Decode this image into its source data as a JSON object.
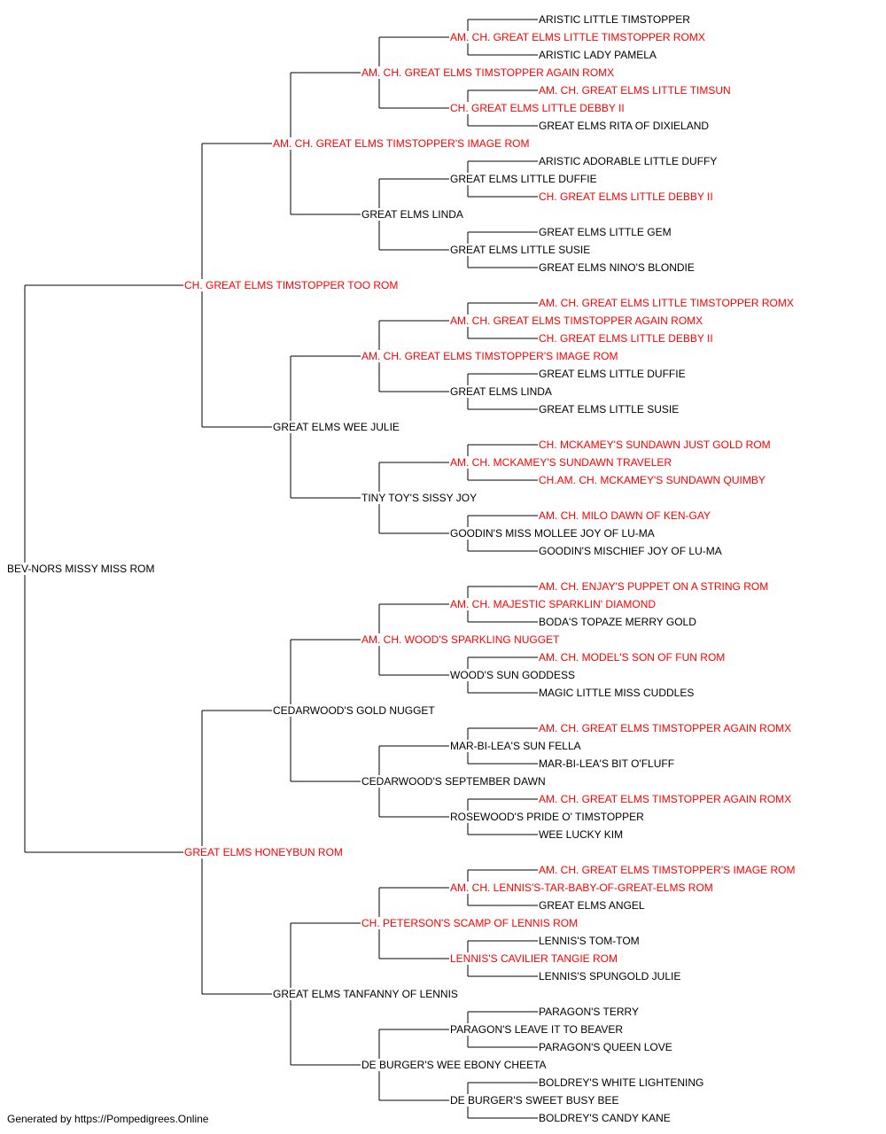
{
  "pedigree": {
    "subject": {
      "name": "BEV-NORS MISSY MISS ROM",
      "champion": false
    },
    "sire": {
      "name": "CH. GREAT ELMS TIMSTOPPER TOO ROM",
      "champion": true
    },
    "dam": {
      "name": "GREAT ELMS HONEYBUN ROM",
      "champion": true
    },
    "generation3": [
      {
        "name": "AM. CH. GREAT ELMS TIMSTOPPER'S IMAGE ROM",
        "champion": true
      },
      {
        "name": "GREAT ELMS WEE JULIE",
        "champion": false
      },
      {
        "name": "CEDARWOOD'S GOLD NUGGET",
        "champion": false
      },
      {
        "name": "GREAT ELMS TANFANNY OF LENNIS",
        "champion": false
      }
    ],
    "generation4": [
      {
        "name": "AM. CH. GREAT ELMS TIMSTOPPER AGAIN ROMX",
        "champion": true
      },
      {
        "name": "GREAT ELMS LINDA",
        "champion": false
      },
      {
        "name": "AM. CH. GREAT ELMS TIMSTOPPER'S IMAGE ROM",
        "champion": true
      },
      {
        "name": "TINY TOY'S SISSY JOY",
        "champion": false
      },
      {
        "name": "AM. CH. WOOD'S SPARKLING NUGGET",
        "champion": true
      },
      {
        "name": "CEDARWOOD'S SEPTEMBER DAWN",
        "champion": false
      },
      {
        "name": "CH. PETERSON'S SCAMP OF LENNIS ROM",
        "champion": true
      },
      {
        "name": "DE BURGER'S WEE EBONY CHEETA",
        "champion": false
      }
    ],
    "generation5": [
      {
        "name": "AM. CH. GREAT ELMS LITTLE TIMSTOPPER ROMX",
        "champion": true
      },
      {
        "name": "CH. GREAT ELMS LITTLE DEBBY II",
        "champion": true
      },
      {
        "name": "GREAT ELMS LITTLE DUFFIE",
        "champion": false
      },
      {
        "name": "GREAT ELMS LITTLE SUSIE",
        "champion": false
      },
      {
        "name": "AM. CH. GREAT ELMS TIMSTOPPER AGAIN ROMX",
        "champion": true
      },
      {
        "name": "GREAT ELMS LINDA",
        "champion": false
      },
      {
        "name": "AM. CH. MCKAMEY'S SUNDAWN TRAVELER",
        "champion": true
      },
      {
        "name": "GOODIN'S MISS MOLLEE JOY OF LU-MA",
        "champion": false
      },
      {
        "name": "AM. CH. MAJESTIC SPARKLIN' DIAMOND",
        "champion": true
      },
      {
        "name": "WOOD'S SUN GODDESS",
        "champion": false
      },
      {
        "name": "MAR-BI-LEA'S SUN FELLA",
        "champion": false
      },
      {
        "name": "ROSEWOOD'S PRIDE O' TIMSTOPPER",
        "champion": false
      },
      {
        "name": "AM. CH. LENNIS'S-TAR-BABY-OF-GREAT-ELMS ROM",
        "champion": true
      },
      {
        "name": "LENNIS'S CAVILIER TANGIE ROM",
        "champion": true
      },
      {
        "name": "PARAGON'S LEAVE IT TO BEAVER",
        "champion": false
      },
      {
        "name": "DE BURGER'S SWEET BUSY BEE",
        "champion": false
      }
    ],
    "generation6": [
      {
        "name": "ARISTIC LITTLE TIMSTOPPER",
        "champion": false
      },
      {
        "name": "ARISTIC LADY PAMELA",
        "champion": false
      },
      {
        "name": "AM. CH. GREAT ELMS LITTLE TIMSUN",
        "champion": true
      },
      {
        "name": "GREAT ELMS RITA OF DIXIELAND",
        "champion": false
      },
      {
        "name": "ARISTIC ADORABLE LITTLE DUFFY",
        "champion": false
      },
      {
        "name": "CH. GREAT ELMS LITTLE DEBBY II",
        "champion": true
      },
      {
        "name": "GREAT ELMS LITTLE GEM",
        "champion": false
      },
      {
        "name": "GREAT ELMS NINO'S BLONDIE",
        "champion": false
      },
      {
        "name": "AM. CH. GREAT ELMS LITTLE TIMSTOPPER ROMX",
        "champion": true
      },
      {
        "name": "CH. GREAT ELMS LITTLE DEBBY II",
        "champion": true
      },
      {
        "name": "GREAT ELMS LITTLE DUFFIE",
        "champion": false
      },
      {
        "name": "GREAT ELMS LITTLE SUSIE",
        "champion": false
      },
      {
        "name": "CH. MCKAMEY'S SUNDAWN JUST GOLD ROM",
        "champion": true
      },
      {
        "name": "CH.AM. CH. MCKAMEY'S SUNDAWN QUIMBY",
        "champion": true
      },
      {
        "name": "AM. CH. MILO DAWN OF KEN-GAY",
        "champion": true
      },
      {
        "name": "GOODIN'S MISCHIEF JOY OF LU-MA",
        "champion": false
      },
      {
        "name": "AM. CH. ENJAY'S PUPPET ON A STRING ROM",
        "champion": true
      },
      {
        "name": "BODA'S TOPAZE MERRY GOLD",
        "champion": false
      },
      {
        "name": "AM. CH. MODEL'S SON OF FUN ROM",
        "champion": true
      },
      {
        "name": "MAGIC LITTLE MISS CUDDLES",
        "champion": false
      },
      {
        "name": "AM. CH. GREAT ELMS TIMSTOPPER AGAIN ROMX",
        "champion": true
      },
      {
        "name": "MAR-BI-LEA'S BIT O'FLUFF",
        "champion": false
      },
      {
        "name": "AM. CH. GREAT ELMS TIMSTOPPER AGAIN ROMX",
        "champion": true
      },
      {
        "name": "WEE LUCKY KIM",
        "champion": false
      },
      {
        "name": "AM. CH. GREAT ELMS TIMSTOPPER'S IMAGE ROM",
        "champion": true
      },
      {
        "name": "GREAT ELMS ANGEL",
        "champion": false
      },
      {
        "name": "LENNIS'S TOM-TOM",
        "champion": false
      },
      {
        "name": "LENNIS'S SPUNGOLD JULIE",
        "champion": false
      },
      {
        "name": "PARAGON'S TERRY",
        "champion": false
      },
      {
        "name": "PARAGON'S QUEEN LOVE",
        "champion": false
      },
      {
        "name": "BOLDREY'S WHITE LIGHTENING",
        "champion": false
      },
      {
        "name": "BOLDREY'S CANDY KANE",
        "champion": false
      }
    ]
  },
  "colors": {
    "champion": "#ff0000",
    "regular": "#000000",
    "lines": "#000000"
  },
  "footer": "Generated by https://Pompedigrees.Online"
}
